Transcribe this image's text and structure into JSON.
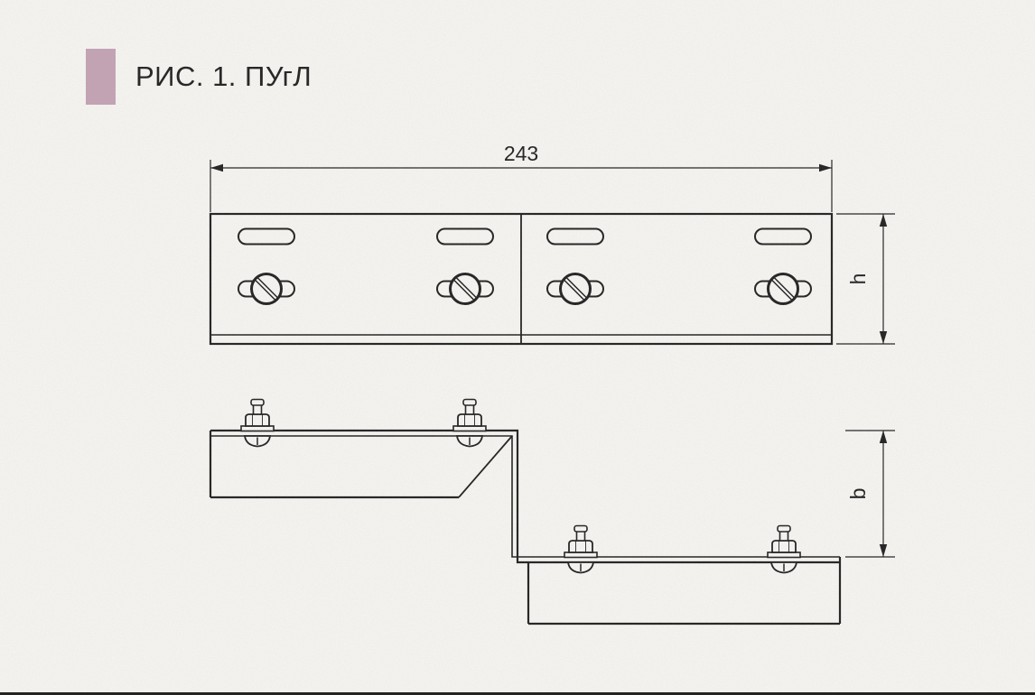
{
  "title": {
    "label": "РИС. 1. ПУгЛ"
  },
  "figure": {
    "top_view": {
      "length_dim_label": "243",
      "height_dim_label": "h"
    },
    "side_view": {
      "height_dim_label": "b"
    }
  },
  "colors": {
    "background": "#f6f5f2",
    "line": "#222222",
    "accent_bar": "#c4a3b5"
  }
}
